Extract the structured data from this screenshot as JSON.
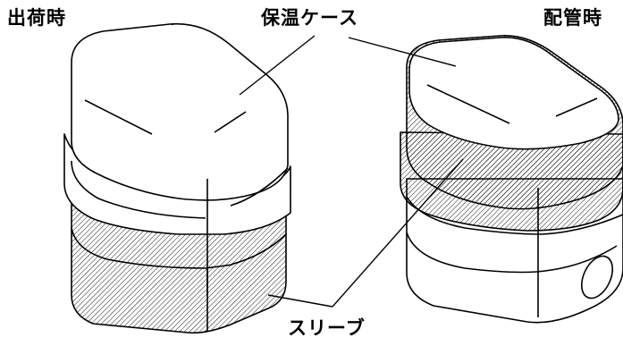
{
  "labels": {
    "left_title": "出荷時",
    "center_title": "保温ケース",
    "right_title": "配管時",
    "bottom_title": "スリーブ"
  },
  "colors": {
    "line": "#000000",
    "hatch": "#000000",
    "background": "#ffffff"
  }
}
